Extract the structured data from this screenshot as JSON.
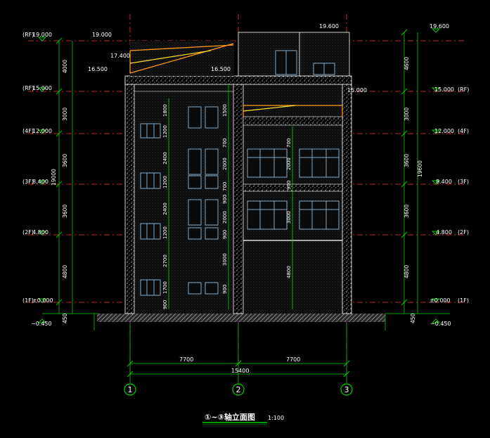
{
  "drawing": {
    "title": "①~③轴立面图",
    "scale": "1:100",
    "colors": {
      "background": "#000000",
      "wall": "#ffffff",
      "grid": "#ff3030",
      "dim": "#00d000",
      "orange": "#ff9a10",
      "yellow": "#ffe020",
      "window": "#7fa8c8",
      "ground": "#8a8a8a"
    },
    "axes": [
      "1",
      "2",
      "3"
    ],
    "left_levels": [
      {
        "floor": "(RF)",
        "elev": "19.000"
      },
      {
        "floor": "(RF)",
        "elev": "15.000"
      },
      {
        "floor": "(4F)",
        "elev": "12.000"
      },
      {
        "floor": "(3F)",
        "elev": "8.400"
      },
      {
        "floor": "(2F)",
        "elev": "4.800"
      },
      {
        "floor": "(1F)",
        "elev": "±0.000"
      }
    ],
    "right_levels": [
      {
        "floor": "",
        "elev": "19.600"
      },
      {
        "floor": "(RF)",
        "elev": "15.000"
      },
      {
        "floor": "(4F)",
        "elev": "12.000"
      },
      {
        "floor": "(3F)",
        "elev": "8.400"
      },
      {
        "floor": "(2F)",
        "elev": "4.800"
      },
      {
        "floor": "(1F)",
        "elev": "±0.000"
      }
    ],
    "ground_left": "−0.450",
    "ground_right": "−0.450",
    "top_labels": {
      "a": "19.000",
      "b": "17.400",
      "c": "16.500",
      "d": "16.500",
      "e": "19.600",
      "f": "15.000"
    },
    "left_dims": [
      "4000",
      "3000",
      "3600",
      "3600",
      "4800",
      "450"
    ],
    "left_total": "19000",
    "right_dims": [
      "4600",
      "3000",
      "3600",
      "3600",
      "4800",
      "450"
    ],
    "right_total": "19600",
    "bay_left_dims": [
      "1800",
      "1200",
      "2400",
      "1200",
      "2400",
      "1200",
      "2700",
      "1700",
      "900"
    ],
    "bay_mid_dims_a": [
      "1500",
      "700",
      "2000",
      "700",
      "900",
      "2000",
      "900",
      "3000",
      "900"
    ],
    "bay_mid_dims_b": [
      "700",
      "2000",
      "900",
      "3000",
      "4800"
    ],
    "bottom_dims": [
      "7700",
      "7700"
    ],
    "bottom_total": "15400"
  }
}
